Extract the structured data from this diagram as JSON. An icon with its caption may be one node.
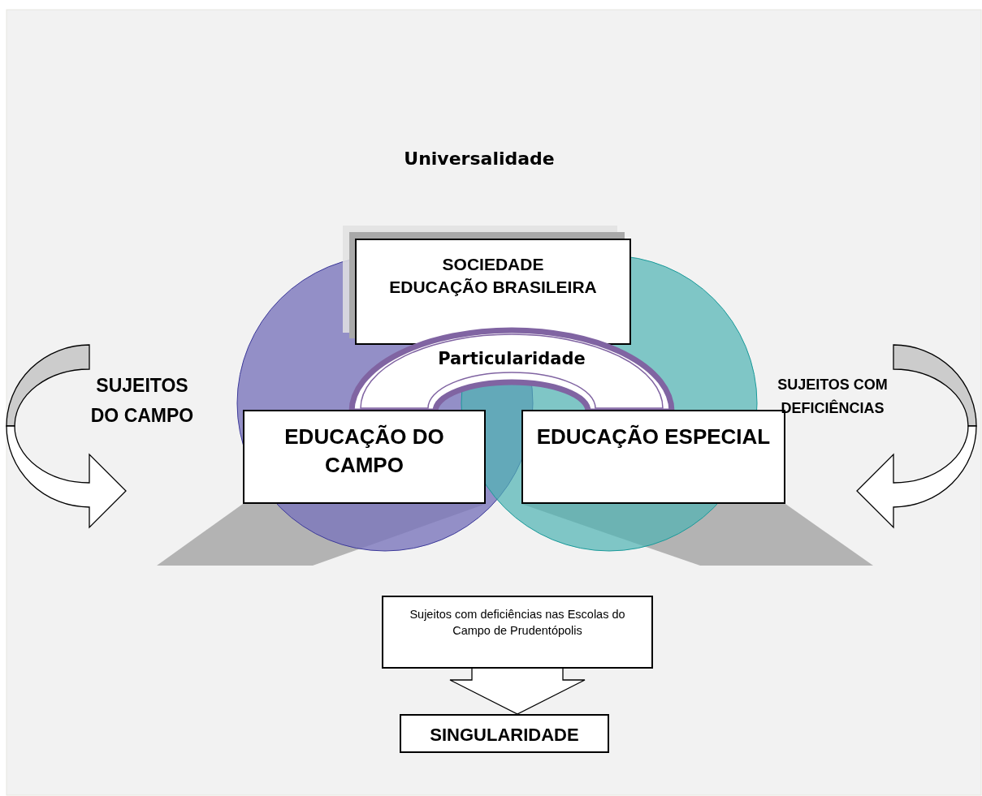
{
  "diagram": {
    "nodes": [
      {
        "text": [
          "SOCIEDADE",
          "EDUCAÇÃO BRASILEIRA"
        ]
      },
      {
        "text": [
          "Particularidade"
        ]
      },
      {
        "text": [
          "EDUCAÇÃO DO CAMPO"
        ]
      },
      {
        "text": [
          "EDUCAÇÃO ESPECIAL"
        ]
      },
      {
        "text": [
          "Sujeitos com deficiências nas Escolas do Campo de Prudentópolis"
        ]
      },
      {
        "text": [
          "SINGULARIDADE"
        ]
      }
    ],
    "edges": [
      {
        "from": 4,
        "to": 5,
        "arrow": "to"
      }
    ],
    "labels": [
      "Universalidade",
      "SUJEITOS DO CAMPO",
      "SUJEITOS COM DEFICIÊNCIAS"
    ]
  }
}
